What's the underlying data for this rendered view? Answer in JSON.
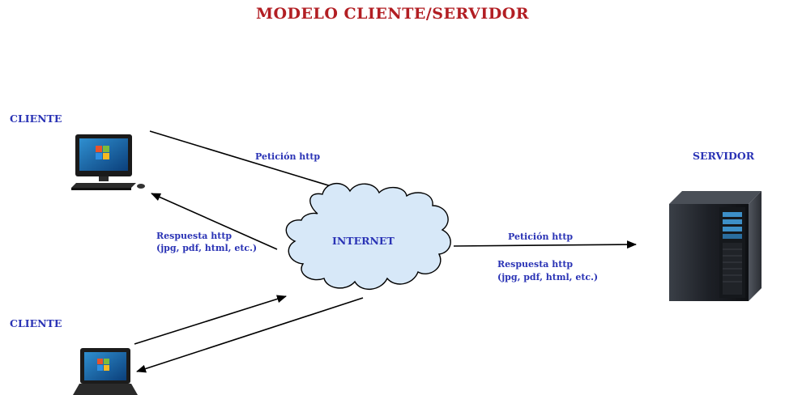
{
  "title": "MODELO CLIENTE/SERVIDOR",
  "nodes": {
    "client_top": "CLIENTE",
    "client_bottom": "CLIENTE",
    "server": "SERVIDOR",
    "internet": "INTERNET"
  },
  "edges": {
    "request_client_top": "Petición http",
    "response_client_top_line1": "Respuesta http",
    "response_client_top_line2": "(jpg, pdf, html, etc.)",
    "request_server": "Petición http",
    "response_server_line1": "Respuesta http",
    "response_server_line2": "(jpg, pdf, html, etc.)"
  },
  "colors": {
    "title": "#b21e23",
    "labels": "#2a33b5",
    "cloud_fill": "#d7e8f8",
    "cloud_stroke": "#000000",
    "arrows": "#000000"
  },
  "icons": {
    "client_top": "desktop-computer-icon",
    "client_bottom": "laptop-icon",
    "server": "server-tower-icon",
    "internet": "cloud-icon"
  }
}
